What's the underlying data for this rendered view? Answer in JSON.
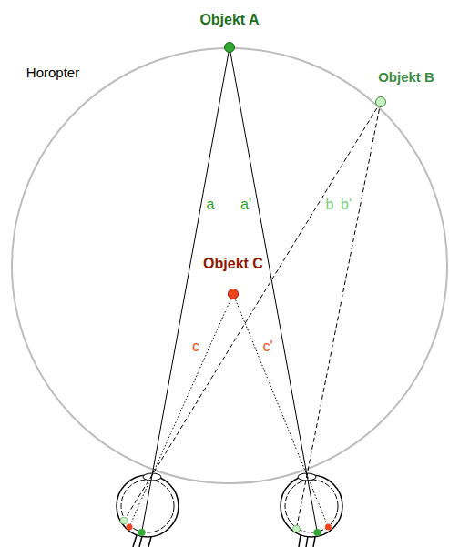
{
  "diagram": {
    "labels": [
      "Objekt A",
      "Horopter",
      "Objekt B",
      "a",
      "a'",
      "b",
      "b'",
      "Objekt C",
      "c",
      "c'"
    ]
  }
}
